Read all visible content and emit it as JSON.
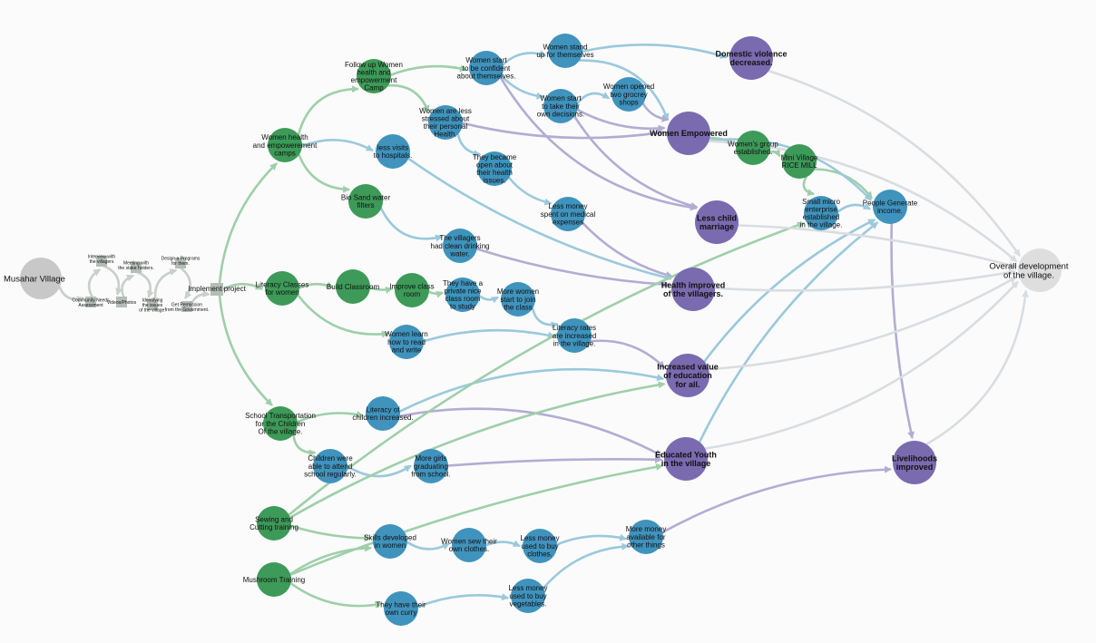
{
  "nodes": {
    "n_musahar": {
      "label": [
        "Musahar Village"
      ],
      "kind": "origin"
    },
    "n_interview": {
      "label": [
        "Interview with",
        "the villagers"
      ],
      "kind": "step"
    },
    "n_needs": {
      "label": [
        "Community Needs",
        "Assessment"
      ],
      "kind": "step"
    },
    "n_photos": {
      "label": [
        "Videos/Photos"
      ],
      "kind": "step"
    },
    "n_meeting": {
      "label": [
        "Meeting with",
        "the stake holders."
      ],
      "kind": "step"
    },
    "n_identify": {
      "label": [
        "Identifying",
        "the issues",
        "of the village."
      ],
      "kind": "step"
    },
    "n_design": {
      "label": [
        "Design a Programs",
        "for them."
      ],
      "kind": "step"
    },
    "n_permission": {
      "label": [
        "Get Permission",
        "from the Government."
      ],
      "kind": "step"
    },
    "n_implement": {
      "label": [
        "Implement project"
      ],
      "kind": "step"
    },
    "n_camps": {
      "label": [
        "Women health",
        "and empowerement",
        "camps"
      ],
      "kind": "activity"
    },
    "n_followup": {
      "label": [
        "Follow up Women",
        "health and",
        "empowerment",
        "Camp"
      ],
      "kind": "activity"
    },
    "n_biosand": {
      "label": [
        "Bio Sand water",
        "filters"
      ],
      "kind": "activity"
    },
    "n_literacy": {
      "label": [
        "Literacy Classes",
        "for women"
      ],
      "kind": "activity"
    },
    "n_build": {
      "label": [
        "Build Classroom"
      ],
      "kind": "activity"
    },
    "n_improve": {
      "label": [
        "Improve class",
        "room"
      ],
      "kind": "activity"
    },
    "n_transport": {
      "label": [
        "School Transportation",
        "for the Children",
        "Of the village."
      ],
      "kind": "activity"
    },
    "n_sewing": {
      "label": [
        "Sewing and",
        "Cutting training"
      ],
      "kind": "activity"
    },
    "n_mushroom": {
      "label": [
        "Mushroom Training"
      ],
      "kind": "activity"
    },
    "n_group": {
      "label": [
        "Women's group",
        "established."
      ],
      "kind": "activity"
    },
    "n_ricemill": {
      "label": [
        "Mini Village",
        "RICE MILL"
      ],
      "kind": "activity"
    },
    "n_stand": {
      "label": [
        "Women stand",
        "up for themselves"
      ],
      "kind": "outcome"
    },
    "n_confident": {
      "label": [
        "Women start",
        "to be confident",
        "about themselves."
      ],
      "kind": "outcome"
    },
    "n_decisions": {
      "label": [
        "Women start",
        "to take their",
        "own decisions."
      ],
      "kind": "outcome"
    },
    "n_grocery": {
      "label": [
        "Women opened",
        "two grocrey",
        "shops"
      ],
      "kind": "outcome"
    },
    "n_stressed": {
      "label": [
        "Women are less",
        "stressed about",
        "their personal",
        "Health."
      ],
      "kind": "outcome"
    },
    "n_visits": {
      "label": [
        "less visits",
        "to hospitals."
      ],
      "kind": "outcome"
    },
    "n_open": {
      "label": [
        "They became",
        "open about",
        "their health",
        "issues."
      ],
      "kind": "outcome"
    },
    "n_medical": {
      "label": [
        "Less money",
        "spent on medical",
        "expenses"
      ],
      "kind": "outcome"
    },
    "n_water": {
      "label": [
        "The villagers",
        "had clean drinking",
        "water."
      ],
      "kind": "outcome"
    },
    "n_private": {
      "label": [
        "They have a",
        "private nice",
        "class room",
        "to study"
      ],
      "kind": "outcome"
    },
    "n_join": {
      "label": [
        "More women",
        "start to join",
        "the class"
      ],
      "kind": "outcome"
    },
    "n_learn": {
      "label": [
        "Women learn",
        "how to read",
        "and write"
      ],
      "kind": "outcome"
    },
    "n_litrates": {
      "label": [
        "Literacy rates",
        "are increased",
        "in the village."
      ],
      "kind": "outcome"
    },
    "n_litchild": {
      "label": [
        "Literacy of",
        "children increased."
      ],
      "kind": "outcome"
    },
    "n_attend": {
      "label": [
        "Children were",
        "able to attend",
        "school regularly."
      ],
      "kind": "outcome"
    },
    "n_girls": {
      "label": [
        "More girls",
        "graduating",
        "from school."
      ],
      "kind": "outcome"
    },
    "n_skills": {
      "label": [
        "Skills developed",
        "in women"
      ],
      "kind": "outcome"
    },
    "n_sew": {
      "label": [
        "Women sew their",
        "own clothes."
      ],
      "kind": "outcome"
    },
    "n_clothes": {
      "label": [
        "Less money",
        "used to buy",
        "clothes."
      ],
      "kind": "outcome"
    },
    "n_moremoney": {
      "label": [
        "More money",
        "available for",
        "other things"
      ],
      "kind": "outcome"
    },
    "n_curry": {
      "label": [
        "They have their",
        "own curry"
      ],
      "kind": "outcome"
    },
    "n_veg": {
      "label": [
        "Less money",
        "used to buy",
        "vegetables."
      ],
      "kind": "outcome"
    },
    "n_micro": {
      "label": [
        "Small micro",
        "enterprise",
        "established",
        "in the village."
      ],
      "kind": "outcome"
    },
    "n_income": {
      "label": [
        "People Generate",
        "income."
      ],
      "kind": "outcome"
    },
    "n_domestic": {
      "label": [
        "Domestic violence",
        "decreased."
      ],
      "kind": "impact"
    },
    "n_empowered": {
      "label": [
        "Women Empowered"
      ],
      "kind": "impact"
    },
    "n_childmarriage": {
      "label": [
        "Less child",
        "marriage"
      ],
      "kind": "impact"
    },
    "n_health": {
      "label": [
        "Health improved",
        "of the villagers."
      ],
      "kind": "impact"
    },
    "n_education": {
      "label": [
        "Increased value",
        "of education",
        "for all."
      ],
      "kind": "impact"
    },
    "n_youth": {
      "label": [
        "Educated Youth",
        "in the village"
      ],
      "kind": "impact"
    },
    "n_livelihoods": {
      "label": [
        "Livelihoods",
        "improved"
      ],
      "kind": "impact"
    },
    "n_overall": {
      "label": [
        "Overall development",
        "of the village."
      ],
      "kind": "goal"
    }
  },
  "colors": {
    "origin": "#c8c8c8",
    "step": "#b4bdb7",
    "activity": "#3d9a58",
    "outcome": "#3f93bd",
    "impact": "#7a6bb0",
    "goal": "#dedede",
    "edge_gray": "#c9cfcb",
    "edge_green": "#9fcfaa",
    "edge_blue": "#9bc9dc",
    "edge_purple": "#b3acd3",
    "edge_light": "#d9dde0"
  }
}
